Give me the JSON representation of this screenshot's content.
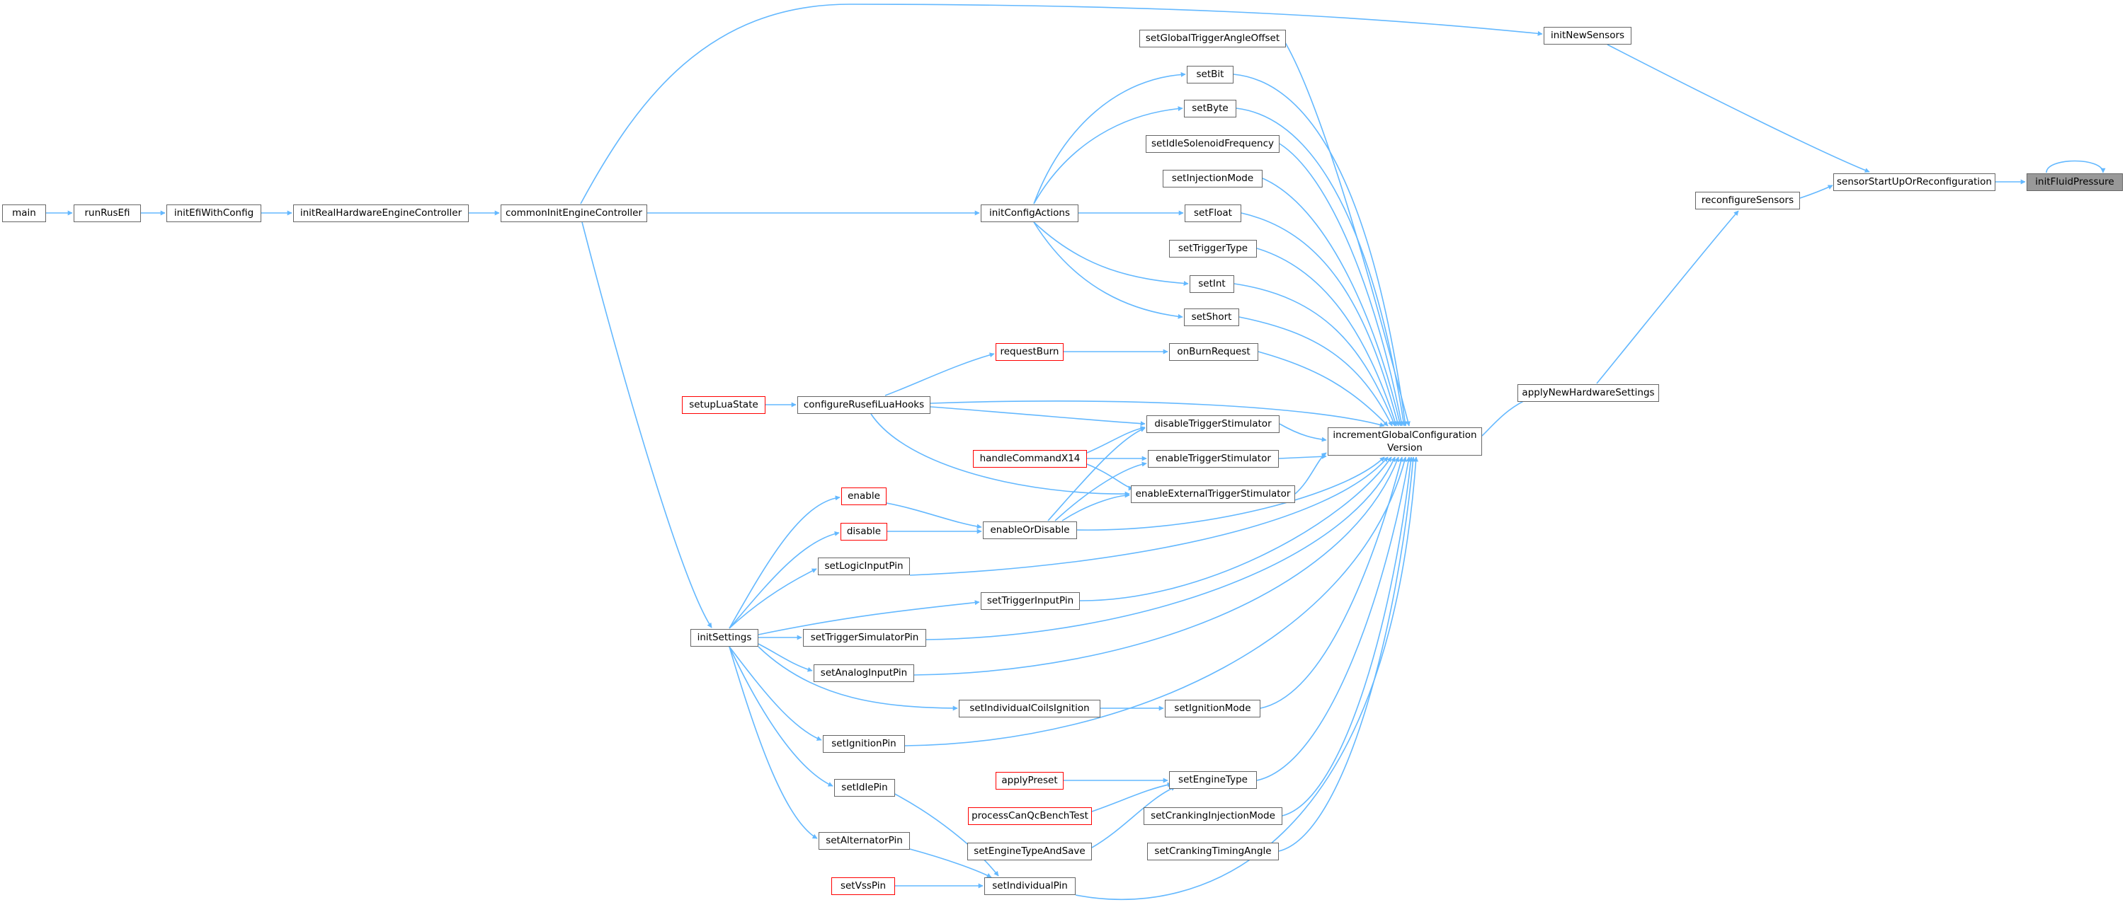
{
  "graph": {
    "current": "initFluidPressure",
    "nodes": {
      "initFluidPressure": "initFluidPressure",
      "sensorStartUpOrReconfiguration": "sensorStartUpOrReconfiguration",
      "initNewSensors": "initNewSensors",
      "reconfigureSensors": "reconfigureSensors",
      "applyNewHardwareSettings": "applyNewHardwareSettings",
      "incrementGlobalConfigurationVersion_l1": "incrementGlobalConfiguration",
      "incrementGlobalConfigurationVersion_l2": "Version",
      "main": "main",
      "runRusEfi": "runRusEfi",
      "initEfiWithConfig": "initEfiWithConfig",
      "initRealHardwareEngineController": "initRealHardwareEngineController",
      "commonInitEngineController": "commonInitEngineController",
      "initConfigActions": "initConfigActions",
      "initSettings": "initSettings",
      "setupLuaState": "setupLuaState",
      "configureRusefiLuaHooks": "configureRusefiLuaHooks",
      "requestBurn": "requestBurn",
      "onBurnRequest": "onBurnRequest",
      "handleCommandX14": "handleCommandX14",
      "enable": "enable",
      "disable": "disable",
      "enableOrDisable": "enableOrDisable",
      "setGlobalTriggerAngleOffset": "setGlobalTriggerAngleOffset",
      "setBit": "setBit",
      "setByte": "setByte",
      "setIdleSolenoidFrequency": "setIdleSolenoidFrequency",
      "setInjectionMode": "setInjectionMode",
      "setFloat": "setFloat",
      "setTriggerType": "setTriggerType",
      "setInt": "setInt",
      "setShort": "setShort",
      "disableTriggerStimulator": "disableTriggerStimulator",
      "enableTriggerStimulator": "enableTriggerStimulator",
      "enableExternalTriggerStimulator": "enableExternalTriggerStimulator",
      "setLogicInputPin": "setLogicInputPin",
      "setTriggerInputPin": "setTriggerInputPin",
      "setTriggerSimulatorPin": "setTriggerSimulatorPin",
      "setAnalogInputPin": "setAnalogInputPin",
      "setIndividualCoilsIgnition": "setIndividualCoilsIgnition",
      "setIgnitionMode": "setIgnitionMode",
      "setIgnitionPin": "setIgnitionPin",
      "applyPreset": "applyPreset",
      "setEngineType": "setEngineType",
      "processCanQcBenchTest": "processCanQcBenchTest",
      "setCrankingInjectionMode": "setCrankingInjectionMode",
      "setIdlePin": "setIdlePin",
      "setEngineTypeAndSave": "setEngineTypeAndSave",
      "setCrankingTimingAngle": "setCrankingTimingAngle",
      "setAlternatorPin": "setAlternatorPin",
      "setVssPin": "setVssPin",
      "setIndividualPin": "setIndividualPin"
    }
  }
}
